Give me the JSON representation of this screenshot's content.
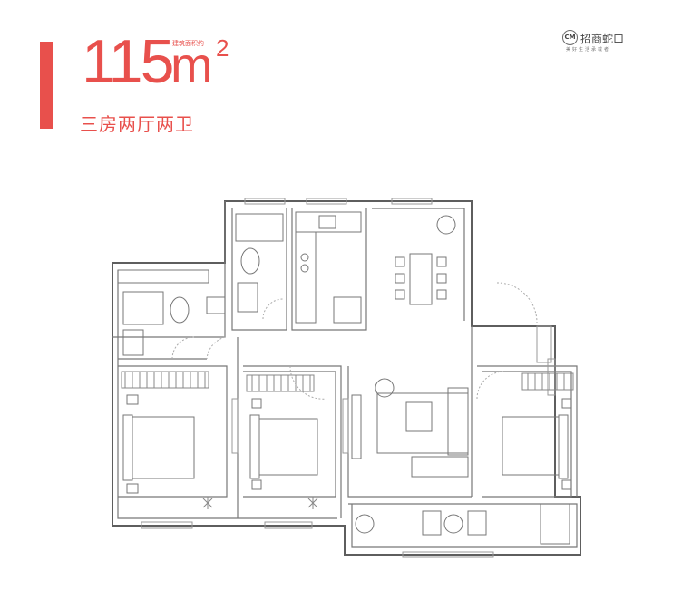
{
  "header": {
    "area_number": "115",
    "area_unit": "m",
    "area_exponent": "2",
    "area_caption": "建筑面积约",
    "layout_label": "三房两厅两卫"
  },
  "brand": {
    "name": "招商蛇口",
    "logo_text": "CM",
    "tagline": "美好生活承载者"
  },
  "colors": {
    "accent": "#e8504c",
    "wall": "#5a5a5a",
    "line": "#8a8a8a"
  }
}
